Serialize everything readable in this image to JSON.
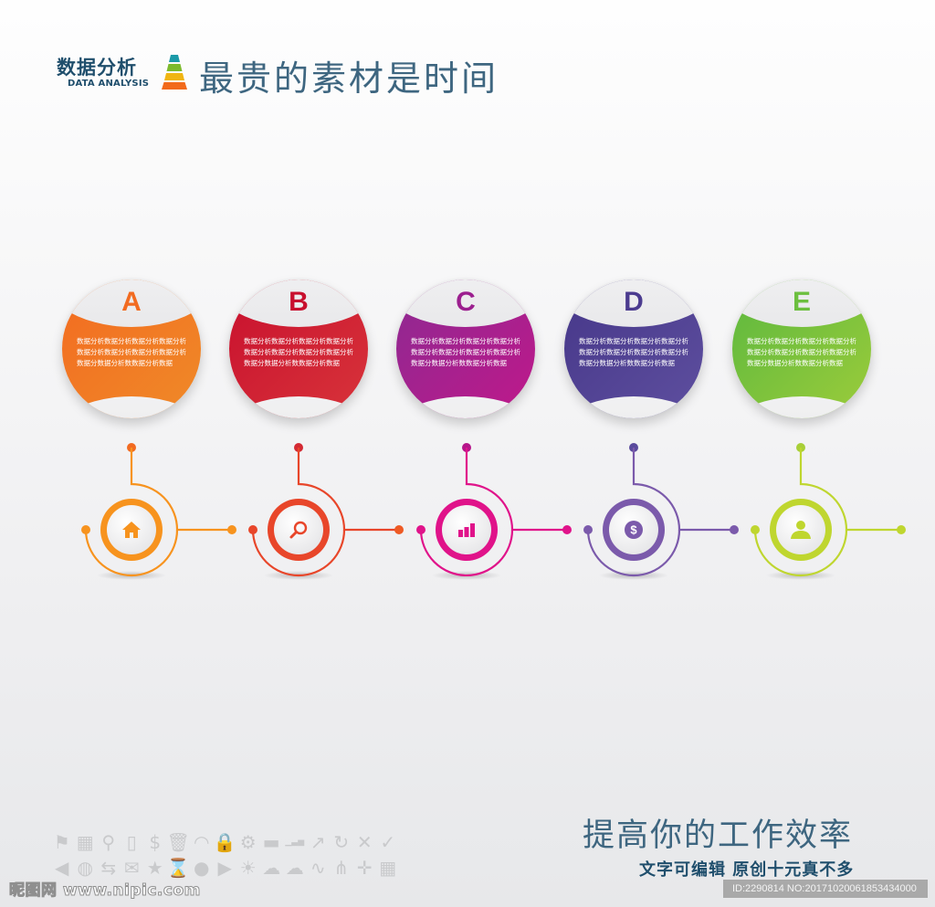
{
  "header": {
    "brand_cn": "数据分析",
    "brand_en": "DATA ANALYSIS",
    "logo_icon": "pyramid-icon",
    "logo_colors": [
      "#1b9aa8",
      "#7cba2d",
      "#f0b512",
      "#f26a1b"
    ],
    "headline": "最贵的素材是时间"
  },
  "steps": [
    {
      "letter": "A",
      "color": "#f26b21",
      "color_dark": "#ef6a1e",
      "line_color": "#f7931e",
      "icon": "home-icon",
      "text": "数据分析数据分析数据分析数据分析数据分析数据分析数据分析数据分析数据分数据分析数数据分析数据"
    },
    {
      "letter": "B",
      "color": "#c8102e",
      "color_dark": "#d42a33",
      "line_color": "#e8462a",
      "icon": "search-icon",
      "text": "数据分析数据分析数据分析数据分析数据分析数据分析数据分析数据分析数据分数据分析数数据分析数据"
    },
    {
      "letter": "C",
      "color": "#9c1f8f",
      "color_dark": "#b5158a",
      "line_color": "#e0138a",
      "icon": "bar-chart-icon",
      "text": "数据分析数据分析数据分析数据分析数据分析数据分析数据分析数据分析数据分数据分析数数据分析数据"
    },
    {
      "letter": "D",
      "color": "#4b3b8f",
      "color_dark": "#5a4b9d",
      "line_color": "#7b5aab",
      "icon": "dollar-icon",
      "text": "数据分析数据分析数据分析数据分析数据分析数据分析数据分析数据分析数据分数据分析数数据分析数据"
    },
    {
      "letter": "E",
      "color": "#6cbf3f",
      "color_dark": "#8dc63f",
      "line_color": "#bfd62f",
      "icon": "user-icon",
      "text": "数据分析数据分析数据分析数据分析数据分析数据分析数据分析数据分析数据分数据分析数数据分析数据"
    }
  ],
  "footer": {
    "slogan": "提高你的工作效率",
    "subslogan": "文字可编辑 原创十元真不多",
    "id_text": "ID:2290814 NO:20171020061853434000",
    "watermark": "昵图网 www.nipic.com",
    "icon_rows": [
      [
        "flag-icon",
        "calendar-icon",
        "search-icon",
        "phone-icon",
        "dollar-icon",
        "trash-icon",
        "wifi-icon",
        "lock-icon",
        "gears-icon",
        "briefcase-icon",
        "signal-icon",
        "trend-icon",
        "refresh-icon",
        "close-icon",
        "check-icon"
      ],
      [
        "megaphone-icon",
        "globe-icon",
        "swap-icon",
        "mail-icon",
        "star-icon",
        "hourglass-icon",
        "chat-icon",
        "video-icon",
        "bulb-icon",
        "cloud-upload-icon",
        "cloud-download-icon",
        "graph-icon",
        "hierarchy-icon",
        "crosshair-icon",
        "calendar-dollar-icon"
      ]
    ],
    "icon_glyphs": [
      [
        "⚑",
        "▦",
        "⚲",
        "▯",
        "$",
        "🗑",
        "◠",
        "🔒",
        "⚙",
        "▬",
        "▁▃▅",
        "↗",
        "↻",
        "✕",
        "✓"
      ],
      [
        "◀",
        "◍",
        "⇆",
        "✉",
        "★",
        "⌛",
        "●",
        "▶",
        "☀",
        "☁",
        "☁",
        "∿",
        "⋔",
        "✛",
        "▦"
      ]
    ]
  }
}
